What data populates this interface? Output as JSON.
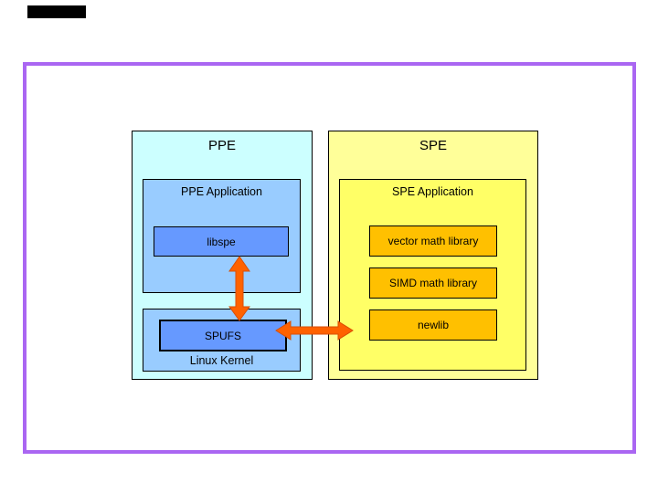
{
  "diagram": {
    "ppe_panel": {
      "title": "PPE",
      "application_box": {
        "title": "PPE Application",
        "items": [
          "libspe"
        ]
      },
      "kernel_box": {
        "title": "Linux Kernel",
        "items": [
          "SPUFS"
        ]
      }
    },
    "spe_panel": {
      "title": "SPE",
      "application_box": {
        "title": "SPE Application",
        "items": [
          "vector math library",
          "SIMD math library",
          "newlib"
        ]
      }
    },
    "connections": [
      {
        "from": "libspe",
        "to": "SPUFS",
        "direction": "bidirectional",
        "orientation": "vertical"
      },
      {
        "from": "SPUFS",
        "to": "SPE",
        "direction": "bidirectional",
        "orientation": "horizontal"
      }
    ],
    "palette": {
      "frame_purple": "#AA66F2",
      "ppe_panel_bg": "#CCFFFF",
      "ppe_inner_bg": "#99CCFF",
      "ppe_component_bg": "#6699FF",
      "spe_panel_bg": "#FFFF99",
      "spe_inner_bg": "#FFFF66",
      "spe_component_bg": "#FFC000",
      "arrow_orange": "#FF6200",
      "border_black": "#000000"
    }
  }
}
